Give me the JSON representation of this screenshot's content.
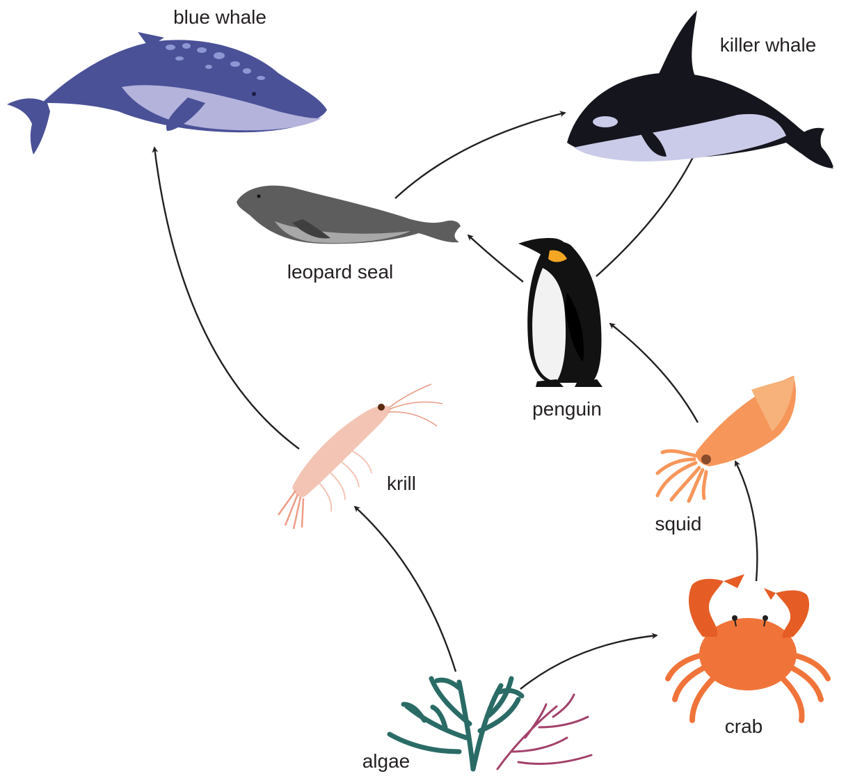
{
  "organisms": {
    "blue_whale": {
      "label": "blue whale",
      "color": "#4a5197",
      "belly": "#b3b3dc",
      "spots": "#8c97d3"
    },
    "killer_whale": {
      "label": "killer whale",
      "color": "#15151e",
      "belly": "#c9cbe8"
    },
    "leopard_seal": {
      "label": "leopard seal",
      "color": "#5d5d5d",
      "belly": "#a8a8a8"
    },
    "penguin": {
      "label": "penguin",
      "color": "#121212",
      "belly": "#f2f2f2",
      "accent": "#f5a623"
    },
    "krill": {
      "label": "krill",
      "color": "#f3c4b4",
      "eye": "#5a2b10"
    },
    "squid": {
      "label": "squid",
      "color": "#f7965a",
      "fin": "#f6b27a"
    },
    "crab": {
      "label": "crab",
      "color": "#f0743a",
      "shade": "#e55d25"
    },
    "algae": {
      "label": "algae",
      "color": "#2a6b66",
      "color2": "#a3416a"
    }
  },
  "arrow_color": "#231f20",
  "food_web_links": [
    {
      "from": "algae",
      "to": "krill"
    },
    {
      "from": "algae",
      "to": "crab"
    },
    {
      "from": "krill",
      "to": "blue whale"
    },
    {
      "from": "crab",
      "to": "squid"
    },
    {
      "from": "squid",
      "to": "penguin"
    },
    {
      "from": "penguin",
      "to": "leopard seal"
    },
    {
      "from": "penguin",
      "to": "killer whale"
    },
    {
      "from": "leopard seal",
      "to": "killer whale"
    }
  ]
}
